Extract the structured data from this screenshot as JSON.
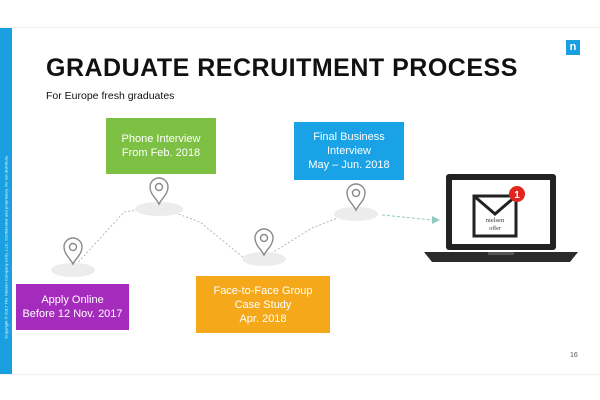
{
  "slide": {
    "title": "GRADUATE RECRUITMENT PROCESS",
    "subtitle": "For Europe fresh graduates",
    "page_number": "16",
    "logo_letter": "n",
    "side_note": "Copyright © 2017 The Nielsen Company (US), LLC. Confidential and proprietary. Do not distribute."
  },
  "steps": [
    {
      "lines": [
        "Apply  Online",
        "Before 12 Nov. 2017"
      ],
      "color": "#a42bbb"
    },
    {
      "lines": [
        "Phone Interview",
        "From Feb. 2018"
      ],
      "color": "#7ec043"
    },
    {
      "lines": [
        "Face-to-Face Group",
        "Case Study",
        "Apr. 2018"
      ],
      "color": "#f5a81a"
    },
    {
      "lines": [
        "Final Business",
        "Interview",
        "May – Jun. 2018"
      ],
      "color": "#1aa2e6"
    }
  ],
  "laptop": {
    "envelope_text_top": "nielsen",
    "envelope_text_bottom": "offer",
    "badge_count": "1"
  },
  "icons": [
    "location-pin-icon",
    "envelope-icon",
    "laptop-icon"
  ]
}
